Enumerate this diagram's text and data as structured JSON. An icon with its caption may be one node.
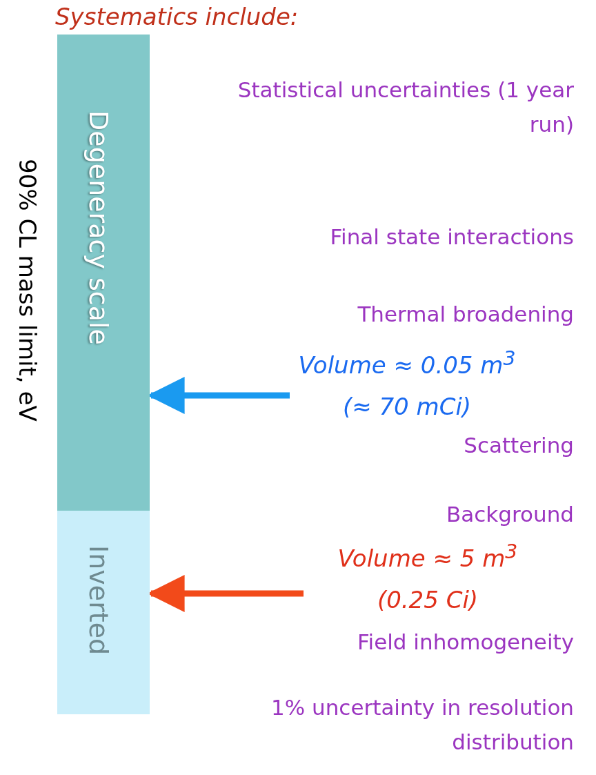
{
  "diagram": {
    "title": "Systematics include:",
    "nodes": [
      {
        "text": [
          "Degeneracy scale"
        ]
      },
      {
        "text": [
          "Inverted"
        ]
      },
      {
        "text": [
          "Volume ≈ 0.05 m$^{3}$ (≈ 70 mCi)"
        ]
      },
      {
        "text": [
          "Volume ≈ 5 m$^{3}$ (0.25 Ci)"
        ]
      }
    ],
    "edges": [
      {
        "from": 2,
        "to": 0,
        "arrow": "to",
        "color": "#1a9af0"
      },
      {
        "from": 3,
        "to": 1,
        "arrow": "to",
        "color": "#f24a1a"
      }
    ],
    "labels": [
      "90% CL mass limit, eV",
      "Statistical uncertainties (1 year run)",
      "Final state interactions",
      "Thermal broadening",
      "Scattering",
      "Background",
      "Field inhomogeneity",
      "1% uncertainty in resolution distribution"
    ]
  }
}
